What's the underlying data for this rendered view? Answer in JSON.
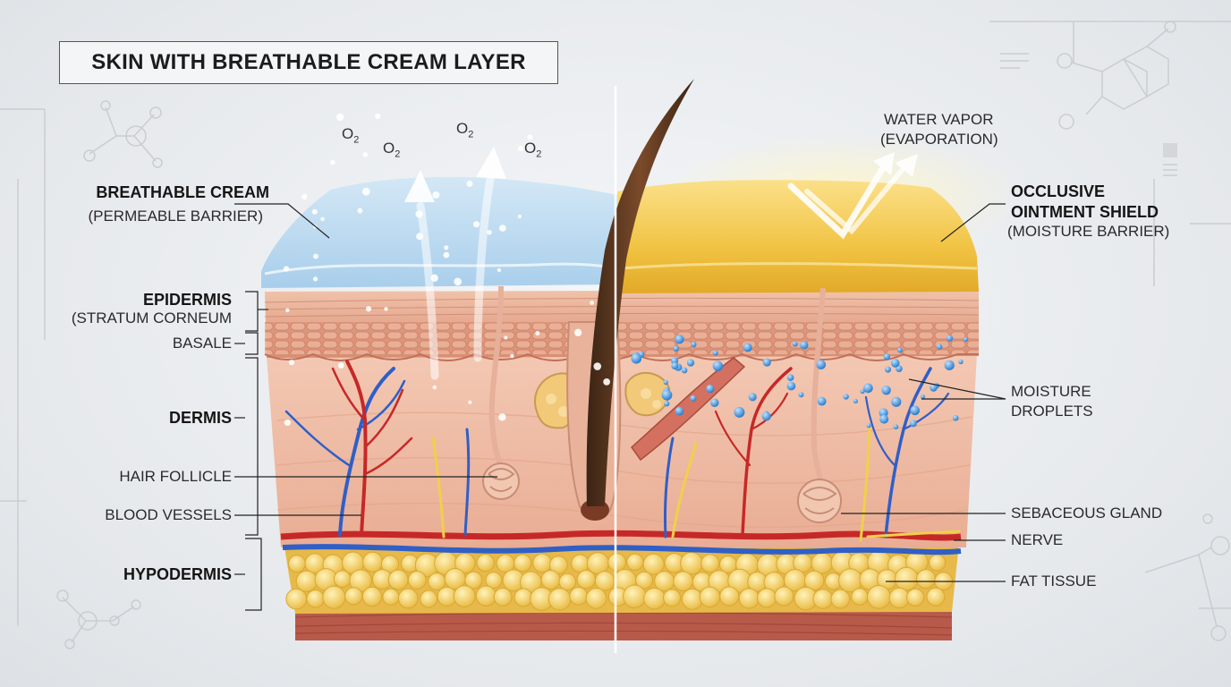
{
  "title": "SKIN WITH BREATHABLE CREAM LAYER",
  "oxygen_label": "O",
  "oxygen_subscript": "2",
  "left_labels": {
    "breathable_cream": "BREATHABLE CREAM",
    "permeable_barrier": "(PERMEABLE BARRIER)",
    "epidermis": "EPIDERMIS",
    "stratum_corneum": "(STRATUM CORNEUM",
    "basale": "BASALE",
    "dermis": "DERMIS",
    "hair_follicle": "HAIR FOLLICLE",
    "blood_vessels": "BLOOD VESSELS",
    "hypodermis": "HYPODERMIS"
  },
  "right_labels": {
    "water_vapor": "WATER VAPOR",
    "evaporation": "(EVAPORATION)",
    "occlusive": "OCCLUSIVE",
    "ointment_shield": "OINTMENT SHIELD",
    "moisture_barrier": "(MOISTURE BARRIER)",
    "moisture": "MOISTURE",
    "droplets": "DROPLETS",
    "sebaceous_gland": "SEBACEOUS GLAND",
    "nerve": "NERVE",
    "fat_tissue": "FAT TISSUE"
  },
  "colors": {
    "cream": "#b9d9ef",
    "ointment": "#f2c94c",
    "epidermis": "#e7a98f",
    "dermis": "#efbfa8",
    "fat": "#f3d36b",
    "artery": "#c62828",
    "vein": "#2f5fc7",
    "nerve": "#f0d04a",
    "droplet": "#3a8fd9"
  }
}
